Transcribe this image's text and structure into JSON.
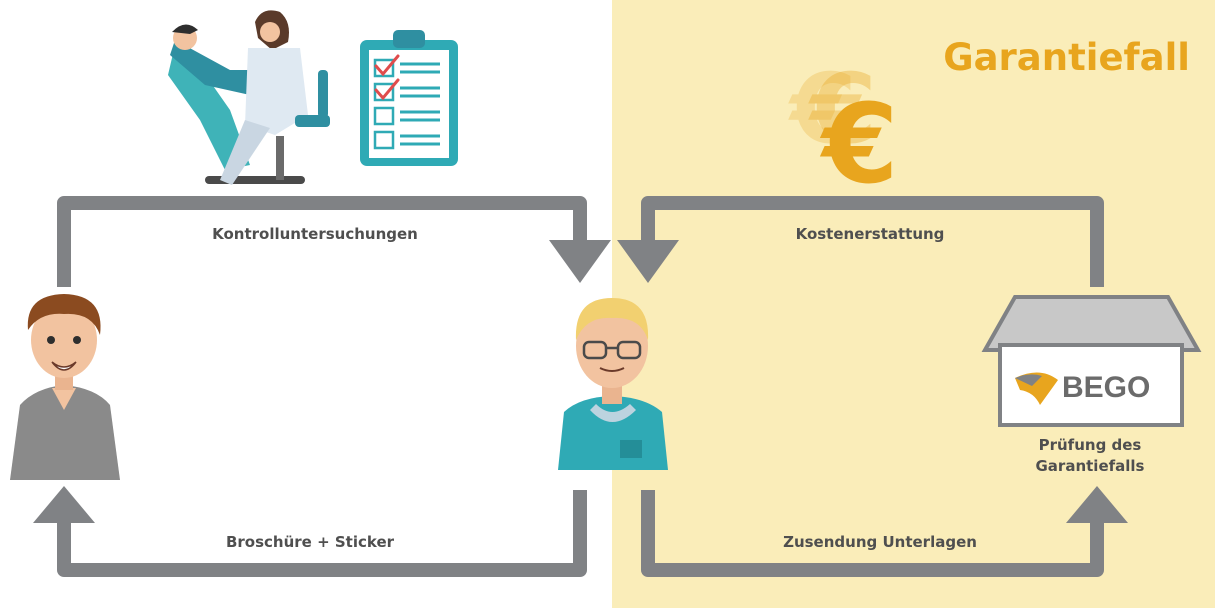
{
  "panel": {
    "title": "Garantiefall",
    "color": "#FAEDB9",
    "title_color": "#E8A51E"
  },
  "flows": {
    "kontroll": "Kontrolluntersuchungen",
    "kosten": "Kostenerstattung",
    "broschuere": "Broschüre + Sticker",
    "zusendung": "Zusendung Unterlagen"
  },
  "bego": {
    "logo_text": "BEGO",
    "caption_line1": "Prüfung des",
    "caption_line2": "Garantiefalls"
  },
  "icons": [
    "dental-treatment-icon",
    "checklist-clipboard-icon",
    "euro-coin-icon",
    "patient-icon",
    "dentist-icon",
    "bego-box-icon"
  ],
  "colors": {
    "arrow": "#808285",
    "accent": "#E8A51E"
  }
}
